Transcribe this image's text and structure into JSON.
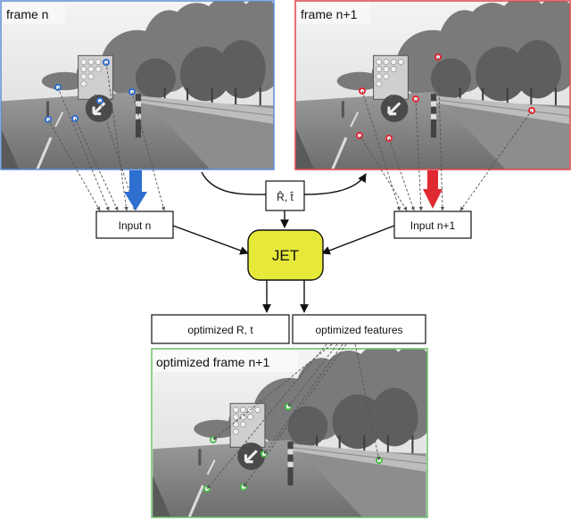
{
  "frames": {
    "frame_n": {
      "title": "frame n",
      "border_color": "#5b8ed6"
    },
    "frame_n1": {
      "title": "frame n+1",
      "border_color": "#e0424a"
    },
    "optimized": {
      "title": "optimized frame n+1",
      "border_color": "#6cbf6b"
    }
  },
  "boxes": {
    "input_n": "Input n",
    "input_n1": "Input n+1",
    "rt_hat": "R̂, t̂",
    "jet": "JET",
    "opt_rt": "optimized R, t",
    "opt_features": "optimized features"
  },
  "colors": {
    "frame_n_accent": "#2e6fd0",
    "frame_n1_accent": "#e02a32",
    "optimized_accent": "#4cc04a",
    "jet_fill": "#e6e83a"
  }
}
